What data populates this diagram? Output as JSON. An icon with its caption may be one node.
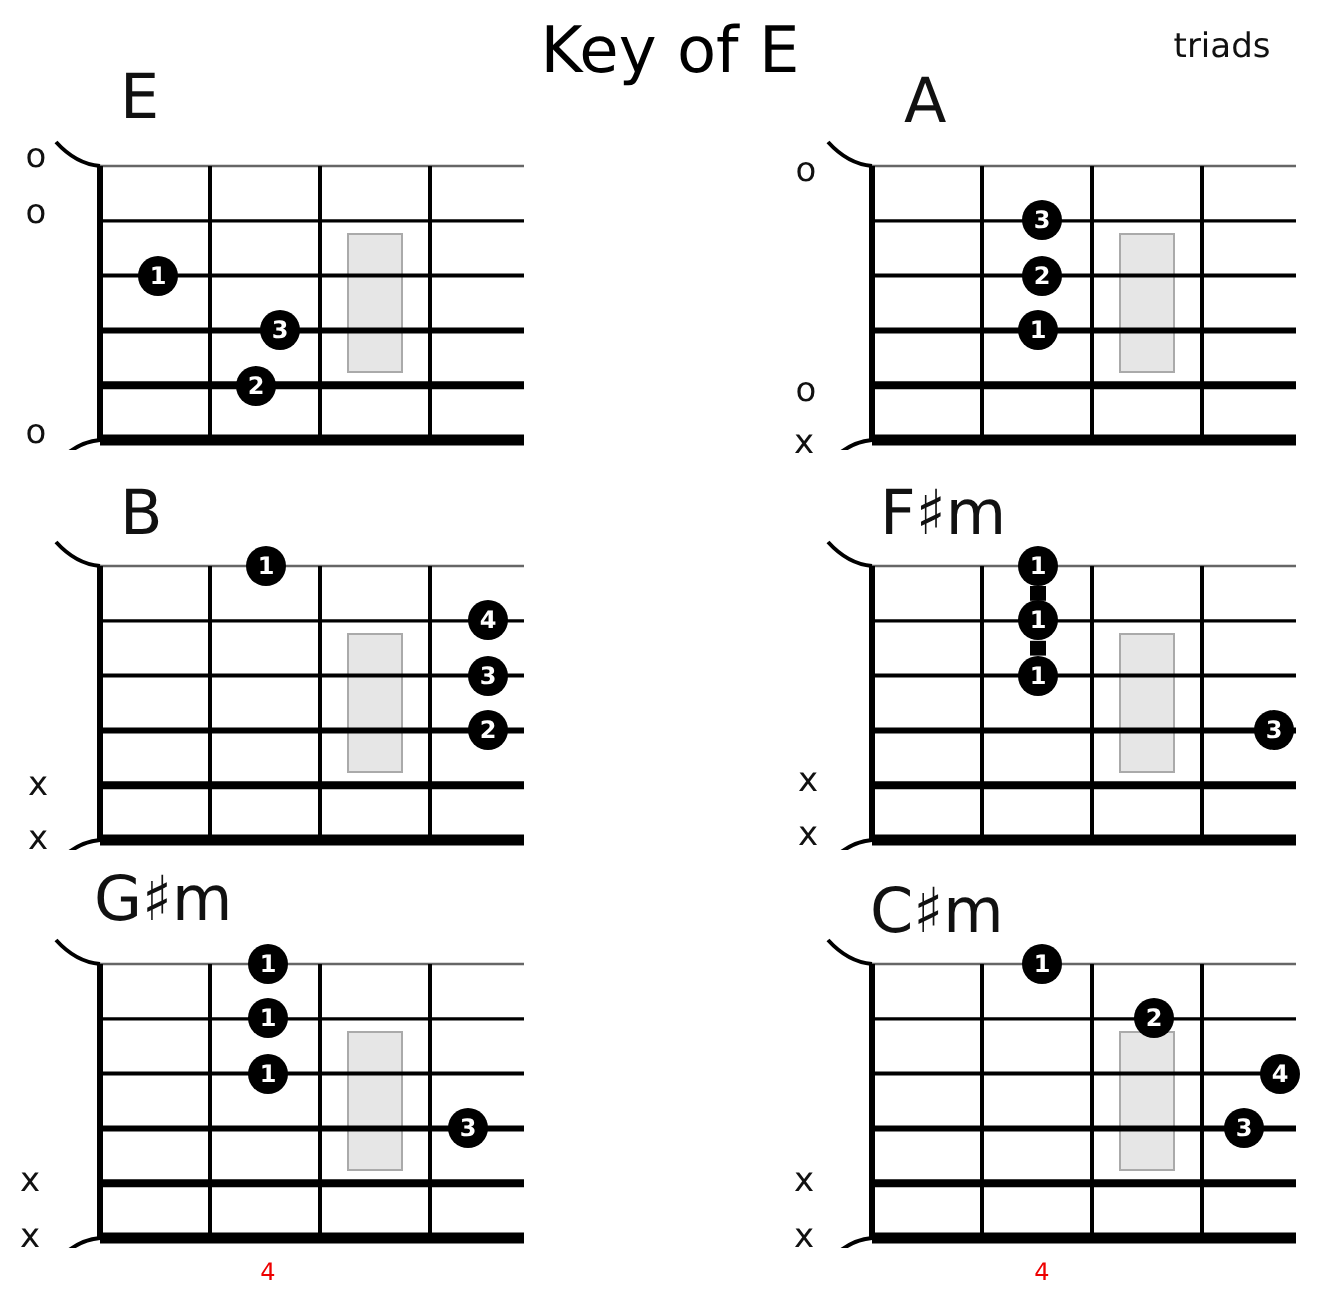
{
  "diagram": {
    "title": "Key of E",
    "nodes": [
      {
        "text": [
          "E"
        ]
      },
      {
        "text": [
          "1"
        ],
        "in": 0
      },
      {
        "text": [
          "3"
        ],
        "in": 0
      },
      {
        "text": [
          "2"
        ],
        "in": 0
      },
      {
        "text": [
          "A"
        ]
      },
      {
        "text": [
          "3"
        ],
        "in": 4
      },
      {
        "text": [
          "2"
        ],
        "in": 4
      },
      {
        "text": [
          "1"
        ],
        "in": 4
      },
      {
        "text": [
          "B"
        ]
      },
      {
        "text": [
          "1"
        ],
        "in": 8
      },
      {
        "text": [
          "4"
        ],
        "in": 8
      },
      {
        "text": [
          "3"
        ],
        "in": 8
      },
      {
        "text": [
          "2"
        ],
        "in": 8
      },
      {
        "text": [
          "F♯m"
        ]
      },
      {
        "text": [
          "1"
        ],
        "in": 13
      },
      {
        "text": [
          "1"
        ],
        "in": 13
      },
      {
        "text": [
          "1"
        ],
        "in": 13
      },
      {
        "text": [
          "3"
        ],
        "in": 13
      },
      {
        "text": [
          "G♯m"
        ]
      },
      {
        "text": [
          "1"
        ],
        "in": 18
      },
      {
        "text": [
          "1"
        ],
        "in": 18
      },
      {
        "text": [
          "1"
        ],
        "in": 18
      },
      {
        "text": [
          "3"
        ],
        "in": 18
      },
      {
        "text": [
          "C♯m"
        ]
      },
      {
        "text": [
          "1"
        ],
        "in": 23
      },
      {
        "text": [
          "2"
        ],
        "in": 23
      },
      {
        "text": [
          "4"
        ],
        "in": 23
      },
      {
        "text": [
          "3"
        ],
        "in": 23
      }
    ],
    "edges": [
      {
        "from": 14,
        "to": 15,
        "arrow": "none"
      },
      {
        "from": 15,
        "to": 16,
        "arrow": "none"
      }
    ],
    "labels": [
      "triads",
      "o",
      "o",
      "o",
      "o",
      "o",
      "x",
      "x",
      "x",
      "x",
      "x",
      "x",
      "x",
      "4",
      "x",
      "x",
      "4"
    ]
  }
}
